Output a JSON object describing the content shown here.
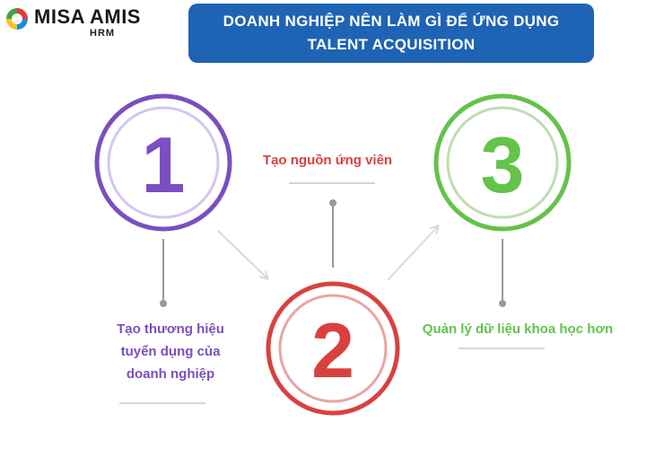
{
  "logo": {
    "brand": "MISA AMIS",
    "sub": "HRM",
    "colors": [
      "#e53935",
      "#43a047",
      "#fbc02d",
      "#1e88e5"
    ]
  },
  "header": {
    "title_line1": "DOANH NGHIỆP NÊN LÀM GÌ ĐỂ ỨNG DỤNG",
    "title_line2": "TALENT ACQUISITION",
    "background": "#1f63b5"
  },
  "steps": [
    {
      "number": "1",
      "label_lines": [
        "Tạo thương hiệu",
        "tuyển dụng của",
        "doanh nghiệp"
      ],
      "color": "#7a4fc2",
      "inner_color": "#d4c6ef"
    },
    {
      "number": "2",
      "label": "Tạo nguồn ứng viên",
      "color": "#d9413f",
      "inner_color": "#eaa4a3"
    },
    {
      "number": "3",
      "label": "Quản lý dữ liệu khoa học hơn",
      "color": "#63c34a",
      "inner_color": "#bfdcb4"
    }
  ],
  "connector_color": "#9a9a9a",
  "arrow_color": "#d9d9d9"
}
